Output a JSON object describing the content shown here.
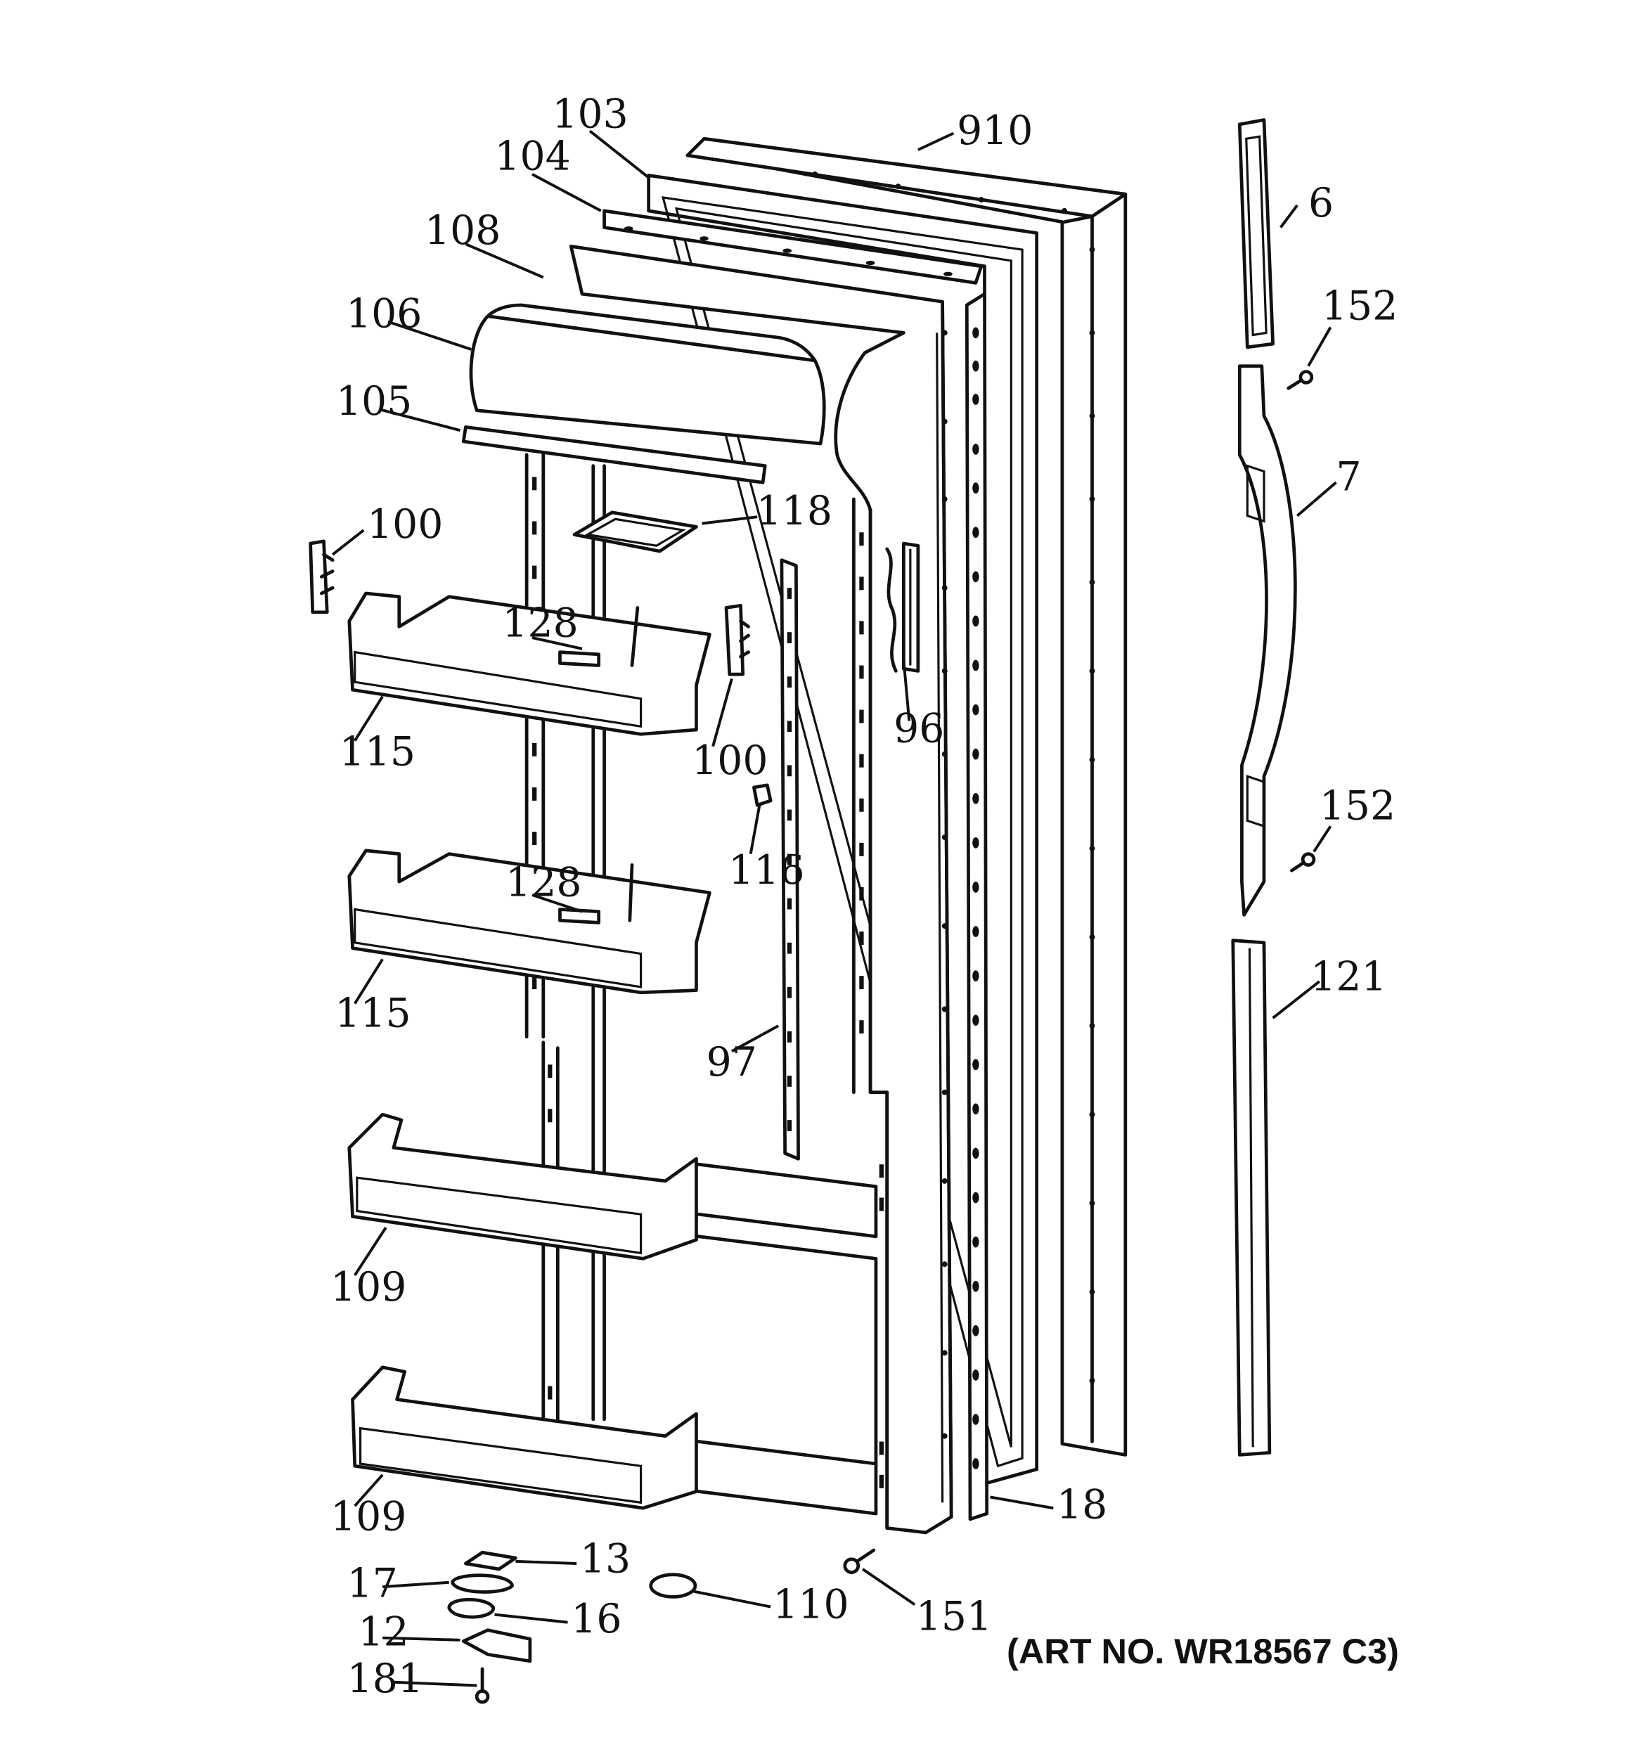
{
  "art_number": "(ART NO. WR18567 C3)",
  "callouts": [
    {
      "id": "103",
      "text": "103"
    },
    {
      "id": "910",
      "text": "910"
    },
    {
      "id": "104",
      "text": "104"
    },
    {
      "id": "108",
      "text": "108"
    },
    {
      "id": "106",
      "text": "106"
    },
    {
      "id": "105",
      "text": "105"
    },
    {
      "id": "118",
      "text": "118"
    },
    {
      "id": "100a",
      "text": "100"
    },
    {
      "id": "128a",
      "text": "128"
    },
    {
      "id": "115a",
      "text": "115"
    },
    {
      "id": "100b",
      "text": "100"
    },
    {
      "id": "96",
      "text": "96"
    },
    {
      "id": "116",
      "text": "116"
    },
    {
      "id": "128b",
      "text": "128"
    },
    {
      "id": "115b",
      "text": "115"
    },
    {
      "id": "97",
      "text": "97"
    },
    {
      "id": "109a",
      "text": "109"
    },
    {
      "id": "109b",
      "text": "109"
    },
    {
      "id": "18",
      "text": "18"
    },
    {
      "id": "13",
      "text": "13"
    },
    {
      "id": "17",
      "text": "17"
    },
    {
      "id": "16",
      "text": "16"
    },
    {
      "id": "12",
      "text": "12"
    },
    {
      "id": "181",
      "text": "181"
    },
    {
      "id": "110",
      "text": "110"
    },
    {
      "id": "151",
      "text": "151"
    },
    {
      "id": "6",
      "text": "6"
    },
    {
      "id": "152a",
      "text": "152"
    },
    {
      "id": "7",
      "text": "7"
    },
    {
      "id": "152b",
      "text": "152"
    },
    {
      "id": "121",
      "text": "121"
    }
  ]
}
